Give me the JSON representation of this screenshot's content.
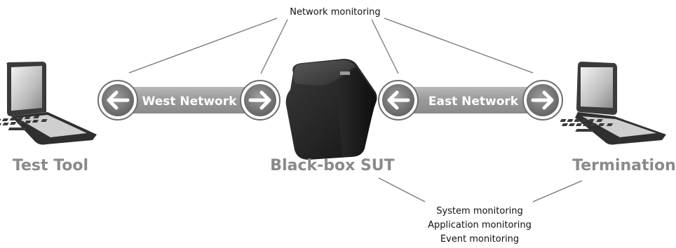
{
  "labels": {
    "network_monitoring": "Network monitoring",
    "west_network": "West Network",
    "east_network": "East Network",
    "test_tool": "Test Tool",
    "black_box_sut": "Black-box SUT",
    "termination": "Termination",
    "monitoring": [
      "System monitoring",
      "Application monitoring",
      "Event monitoring"
    ]
  },
  "colors": {
    "label_gray": "#8a8a8a",
    "band_gray": "#9a9a9a",
    "circle_gray": "#7f7f7f",
    "box_dark": "#2b2b2b",
    "line_gray": "#777777"
  },
  "icons": {
    "left_device": "laptop-icon",
    "center_device": "black-box-cube-icon",
    "right_device": "laptop-icon",
    "arrow_left": "arrow-left-icon",
    "arrow_right": "arrow-right-icon"
  }
}
